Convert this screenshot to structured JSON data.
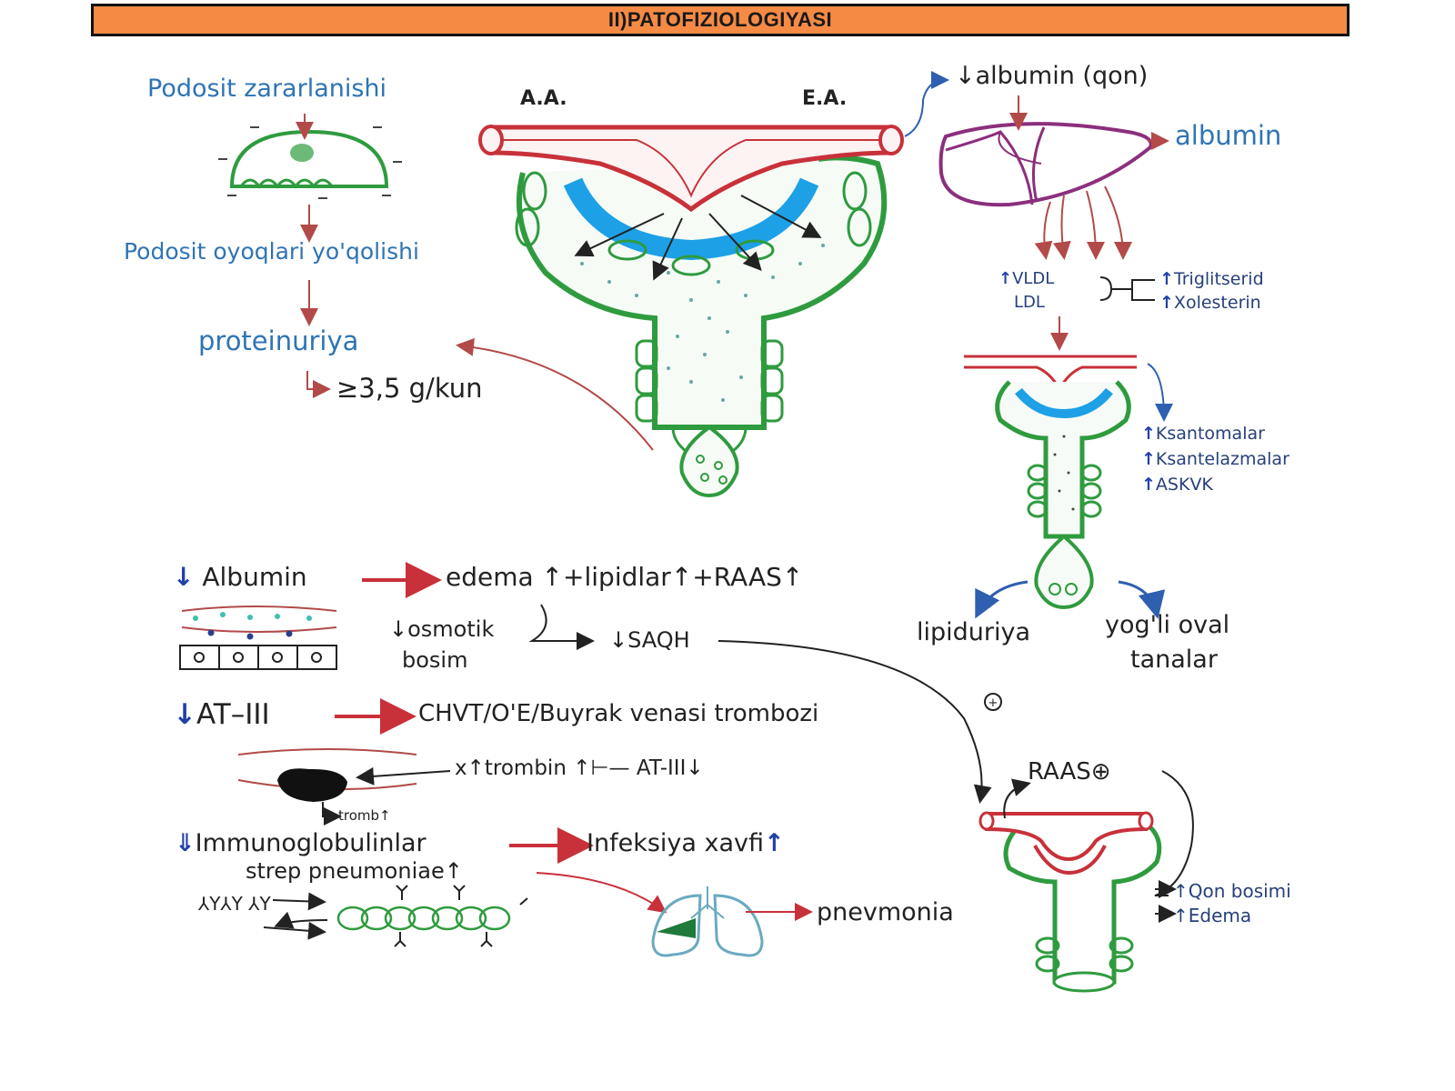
{
  "header": {
    "title": "II)PATOFIZIOLOGIYASI"
  },
  "labels": {
    "podosit_zarar": "Podosit zararlanishi",
    "podosit_oyoq": "Podosit oyoqlari yo'qolishi",
    "proteinuriya": "proteinuriya",
    "proteinuriya_value": "≥3,5 g/kun",
    "aa": "A.A.",
    "ea": "E.A.",
    "albumin_qon": "↓albumin (qon)",
    "albumin_liver": "albumin",
    "vldl": "VLDL",
    "ldl": "LDL",
    "triglitserid": "Triglitserid",
    "xolesterin": "Xolesterin",
    "ksantomalar": "Ksantomalar",
    "ksantelazmalar": "Ksantelazmalar",
    "askvk": "ASKVK",
    "lipiduriya": "lipiduriya",
    "yogli_oval": "yog'li oval",
    "tanalar": "tanalar",
    "albumin_low": "Albumin",
    "edema_chain": "edema ↑+lipidlar↑+RAAS↑",
    "osmotik": "↓osmotik",
    "bosim": "bosim",
    "saqh": "↓SAQH",
    "at3": "AT–III",
    "chvt": "CHVT/O'E/Buyrak venasi trombozi",
    "trombin": "x↑trombin ↑⊢— AT-III↓",
    "tromb": "tromb↑",
    "immunoglobulinlar": "Immunoglobulinlar",
    "infeksiya": "Infeksiya xavfi",
    "strep": "strep pneumoniae↑",
    "pnevmonia": "pnevmonia",
    "raas_plus": "RAAS⊕",
    "plus_sign": "+",
    "qon_bosimi": "↑Qon bosimi",
    "edema_right": "↑Edema",
    "antibodies": "⅄Y⅄Y ⅄Y"
  },
  "colors": {
    "header_bg": "#f58a45",
    "vessel_red": "#c8313a",
    "capsule_green": "#2f9b3f",
    "membrane_blue": "#1ea0e6",
    "liver_purple": "#8b2f7d",
    "text_blue": "#2e74b5",
    "arrow_red": "#c8313a"
  }
}
